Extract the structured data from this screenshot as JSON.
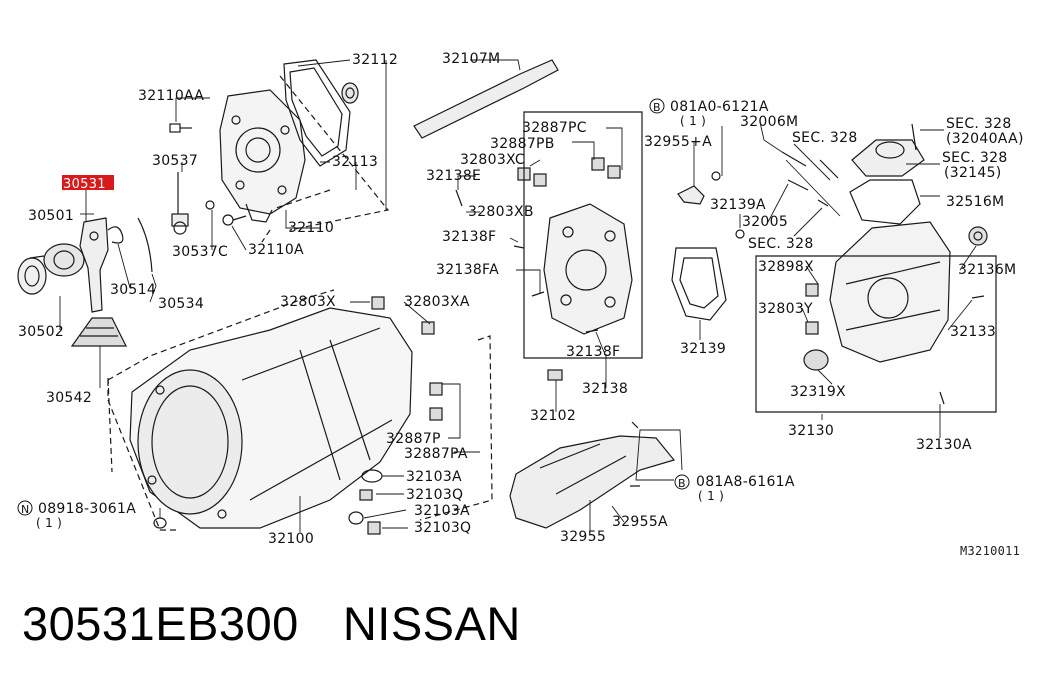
{
  "diagram": {
    "labels": {
      "p32112": "32112",
      "p32107M": "32107M",
      "p32110AA": "32110AA",
      "p30537": "30537",
      "p32113": "32113",
      "p30531": "30531",
      "p30501": "30501",
      "p32110": "32110",
      "p30537C": "30537C",
      "p32110A": "32110A",
      "p30514": "30514",
      "p30534": "30534",
      "p30502": "30502",
      "p30542": "30542",
      "p32887PC": "32887PC",
      "p32887PB": "32887PB",
      "p32803XC": "32803XC",
      "p32138E": "32138E",
      "p32803XB": "32803XB",
      "p32138F_a": "32138F",
      "p32138FA": "32138FA",
      "p32803X": "32803X",
      "p32803XA": "32803XA",
      "p32138F_b": "32138F",
      "p32138": "32138",
      "p32102": "32102",
      "p32887P": "32887P",
      "p32887PA": "32887PA",
      "p32103A_a": "32103A",
      "p32103Q_a": "32103Q",
      "p32103A_b": "32103A",
      "p32103Q_b": "32103Q",
      "p32100": "32100",
      "p08918": "08918-3061A",
      "p08918_qty": "( 1 )",
      "p081A0": "081A0-6121A",
      "p081A0_qty": "( 1 )",
      "p32955PA": "32955+A",
      "p32006M": "32006M",
      "sec328_a": "SEC. 328",
      "sec328_b": "SEC. 328",
      "sec328_b_ref": "(32040AA)",
      "sec328_c": "SEC. 328",
      "sec328_c_ref": "(32145)",
      "sec328_d": "SEC. 328",
      "p32139A": "32139A",
      "p32005": "32005",
      "p32516M": "32516M",
      "p32139": "32139",
      "p32898X": "32898X",
      "p32803Y": "32803Y",
      "p32136M": "32136M",
      "p32133": "32133",
      "p32319X": "32319X",
      "p32130": "32130",
      "p32130A": "32130A",
      "p081A8": "081A8-6161A",
      "p081A8_qty": "( 1 )",
      "p32955A": "32955A",
      "p32955": "32955",
      "ref_code": "M3210011"
    }
  },
  "caption": {
    "part_number": "30531EB300",
    "brand": "NISSAN"
  },
  "colors": {
    "highlight": "#d71a1a",
    "line": "#1a1a1a"
  }
}
